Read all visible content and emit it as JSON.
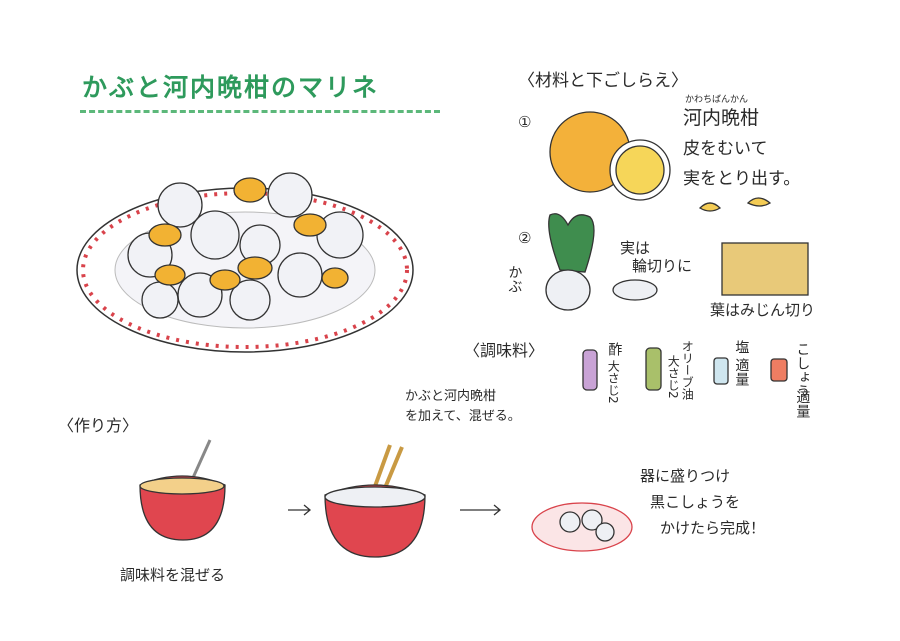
{
  "title": "かぶと河内晩柑のマリネ",
  "ingredients": {
    "heading": "〈材料と下ごしらえ〉",
    "step1": {
      "number": "①",
      "ruby": "かわちばんかん",
      "name": "河内晩柑",
      "line1": "皮をむいて",
      "line2": "実をとり出す。"
    },
    "step2": {
      "number": "②",
      "label": "かぶ",
      "root_line1": "実は",
      "root_line2": "輪切りに",
      "leaves": "葉はみじん切り"
    }
  },
  "seasonings": {
    "heading": "〈調味料〉",
    "items": [
      {
        "name": "酢",
        "amount": "大さじ2",
        "color": "#c9a3d6"
      },
      {
        "name": "オリーブ油",
        "amount": "大さじ2",
        "color": "#a9c06a"
      },
      {
        "name": "塩",
        "amount": "適量",
        "color": "#cfe6ef"
      },
      {
        "name": "こしょう",
        "amount": "適量",
        "color": "#ee7d62"
      }
    ]
  },
  "method": {
    "heading": "〈作り方〉",
    "step1": "調味料を混ぜる",
    "step2_line1": "かぶと河内晩柑",
    "step2_line2": "を加えて、混ぜる。",
    "step3_line1": "器に盛りつけ",
    "step3_line2": "黒こしょうを",
    "step3_line3": "かけたら完成！"
  },
  "colors": {
    "title": "#2e9a5c",
    "bowl": "#e0464f",
    "orange": "#f2b233",
    "turnip_leaf": "#3f8d4e"
  }
}
